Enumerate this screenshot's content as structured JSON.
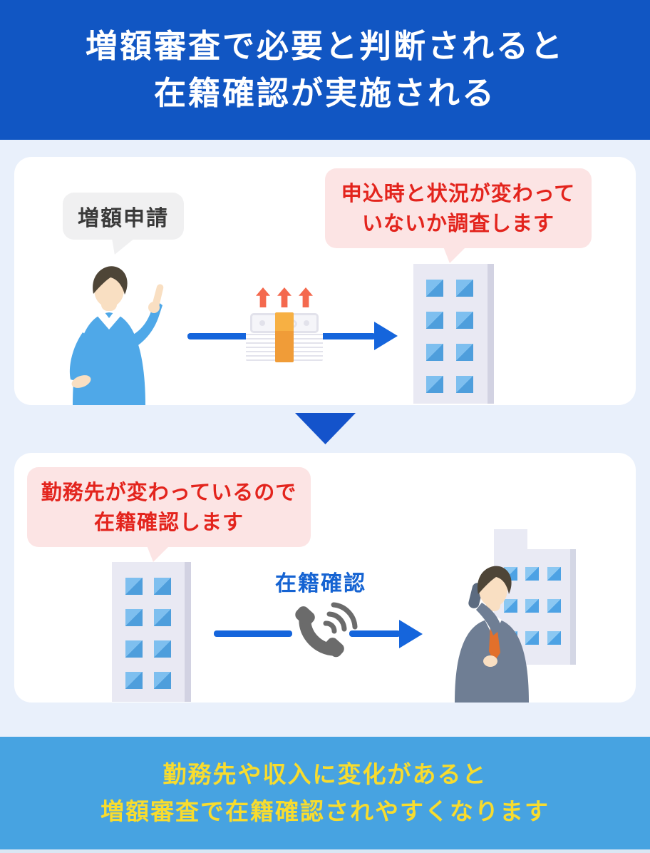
{
  "header": {
    "lines": [
      "増額審査で必要と判断されると",
      "在籍確認が実施される"
    ]
  },
  "panel1": {
    "applicant_bubble": "増額申請",
    "review_bubble": {
      "lines": [
        "申込時と状況が変わって",
        "いないか調査します"
      ]
    }
  },
  "panel2": {
    "workplace_bubble": {
      "lines": [
        "勤務先が変わっているので",
        "在籍確認します"
      ]
    },
    "flow_label": "在籍確認"
  },
  "footer": {
    "lines": [
      "勤務先や収入に変化があると",
      "増額審査で在籍確認されやすくなります"
    ]
  },
  "colors": {
    "header_bg": "#1156C3",
    "page_bg": "#E9F0FB",
    "panel_bg": "#FFFFFF",
    "accent_blue": "#1565DC",
    "flow_label_blue": "#1563D2",
    "bubble_pink": "#FCE4E4",
    "alert_red": "#E3241D",
    "bubble_gray": "#F0F0F1",
    "footer_bg": "#47A3E1",
    "footer_text_yellow": "#F8DC2E",
    "building_body": "#E9E9F3",
    "window_blue": "#4E9EDC",
    "money_band_orange": "#F5A83C",
    "growth_arrow_coral": "#F4694E",
    "suit_gray": "#6F7E94",
    "sweater_blue": "#4FA8E8"
  },
  "icons": {
    "person_pointing": "flat man in blue sweater pointing up",
    "money_stack": "banknote stack with orange band and coral up arrows",
    "office_building": "gray building with blue windows",
    "down_triangle": "blue downward triangle separator",
    "phone_call": "gray handset with sound waves",
    "businessman_on_phone": "man in suit answering phone in front of office"
  }
}
